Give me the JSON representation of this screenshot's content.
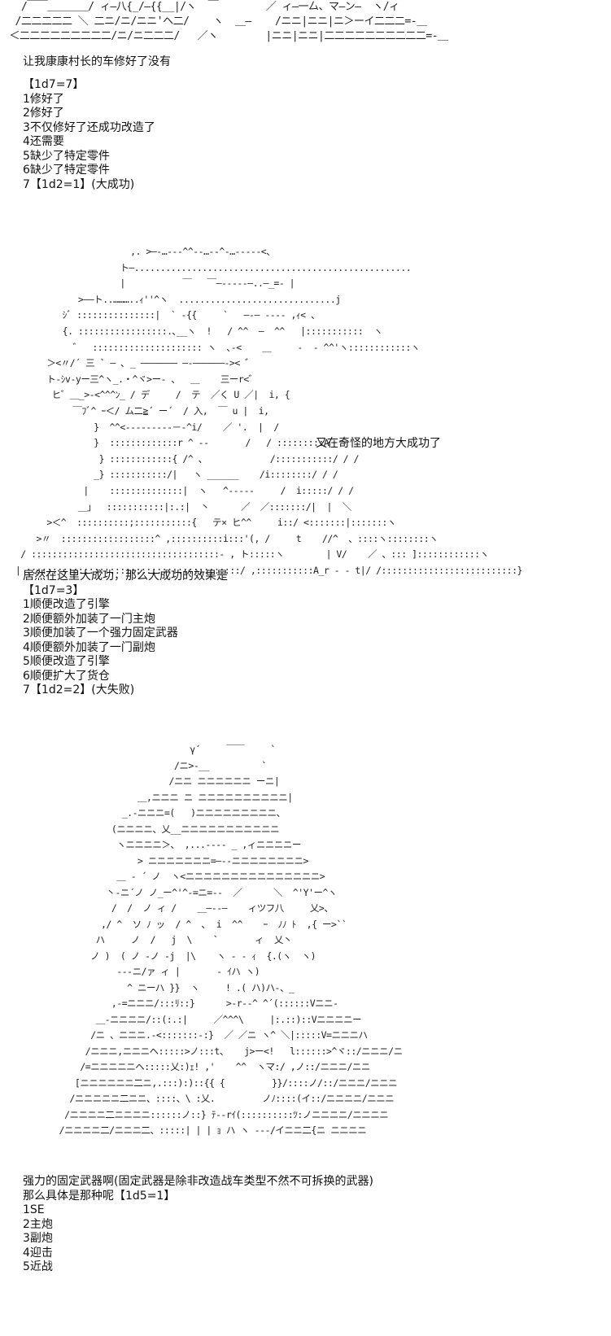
{
  "art": {
    "top_fragment": "   /￣￣＿＿＿＿/ ィ―八{_/―{{__|/ヽ  ￣        ／ ィ―一厶、マ―ン―  ヽ/ィ\n  /二二二二二 ＼ 二ニ/ニ/ニニ'ヘ二/    ヽ  ＿―    /ニニ|ニニ|ニ＞ーイ二二二=-＿\n ＜二二二二二二二二二/ニ/ニ二二二/   ／ヽ        |ニニ|ニニ|二二二二二二二二二二=-＿",
    "figure_1": "                        ,. >―‐…‐‐‐^^‐‐…‐‐^‐…‐‐‐‐-<、\n                      ト―.....................................................\n                      |           ￣   ￣―‐‐‐‐‐―..―_=‐ |\n              >――ト..………..ｨ''^ヽ  ..............................j\n           ｼﾞ :::::::::::::::|  ` ‐{{     `   ―‐― ---‐ ,ｨ< 、\n           {. :::::::::::::::::.､__ヽ  !   / ^^  ―  ^^   |:::::::::::  ヽ\n             ゛  ::::::::::::::::::::: ヽ  ､‐<    ＿     ‐  ‐ ^^'ヽ::::::::::::ヽ\n        ＞<〃/´ 三 ` ― ､ _ ――――――― ―‐――――――‐>< ゛\n        ト-ｼv-yー三^ヽ_.・^ヾ>ー- 、  ＿    三ーr<゛\n         ヒ゛＿_>-<^^^ﾝ_ / デ     /  テ  ／く U ／|  i, {\n             ￣ﾌﾞ^ ｰ＜/ ム二≧´ ー´  / 入,  ￣ u |  i, \n                 }  ^^<‐‐‐‐‐‐‐‐‐－‐^i/    ／ '.  |  /\n                 }  :::::::::::::r ^ ‐‐       /   / :::::::::A  丶\n                  } ::::::::::::{ /^ 、            /:::::::::::/ / / \n                 _} :::::::::::/|   ヽ ______    /i::::::::/ / /\n               |    ::::::::::::::|  ヽ   ^‐‐‐‐‐     /  i:::::/ / /\n              ＿」  :::::::::::|:.:|  丶      ／  ／:::::::/|  |  ＼\n        >＜^  ::::::::::;:::::::::::{   テ× ヒ^^     i::/ <:::::::|:::::::ヽ\n      >〃  ::::::::::::::::::^ ,::::::::::i:::'(, /     t    //^  、::::ヽ::::::::ヽ\n   / ::::::::::::::::::::::::::::::::::::- , ト:::::ヽ        | V/    ／ 、::: ]::::::::::::ヽ\n  | :::::::::::::::::::::::::::::::::::::::::/ ,:::::::::::A_r ‐ ‐ t|/ /::::::::::::::::::::::::::}",
    "figure_2": "                                    γ´     ￣￣     `    \n                                 /ニ>-__          `\n                                /ニニ ニニニニニニ ーニ|\n                          ＿,ニニニ ニ ニニニニニニニニニニ|\n                       _.-ニニニ=(   )ニニニニニニニニニ、\n                     (ニニニニ、乂__ニニニニニニニニニニニ\n                      ヽニニニニ＞、 ,...‐‐‐‐ _ ,ィニニニニー\n                          > ニニニニニニニ=―‐‐ニニニニニニニニ>\n                      ＿ - ´ ノ  ヽ<ニニニニニニニニニニニニニニニ>\n                    丶-ニ´ノ ノ_ー^'^‐=ニ=‐‐  ／      ＼  ^'Y'ー^ヽ\n                     /  /  ノ ィ /    ＿―‐‐―    ィツフ八     乂>、\n                   ,/ ^  ソ ﾉ ッ  / ^  ､  i  ^^    ｰ  ﾉﾉ ﾄ  ,{ ー>``\n                  ハ     ノ  /   j  \\    `       ィ  乂丶\n                 ノ )  ( ノ ‐ノ ‐j  |\\    ヽ ‐ ‐ ｨ  {.(ヽ  ヽ)\n                      ‐‐‐ニ/ァ ィ |       ‐ ｲハ ヽ)\n                        ^ ニーハ }}  ヽ     ! .( ハ)ハ‐、_\n                     ,-=ニニニ/:::ﾘ::}      >-r‐‐^ ^´(::::::Vニニ-\n                  ＿-ニニニニ/::(:.:|     ／^^^\\     |:.::)::Vニニニニー\n                 /ニ 、ニニニ.-<:::::::‐:}  ／ ／ニ ヽ^ ＼|:::::V=ニニニハ\n                /ニニニ,ニニニヘ:::::>ノ:::t、   j>ー<!   l::::::>^ヾ::/ニニニ/ニ\n               /=ニニニニニヘ:::::乂:)ｪ! ,'    ^^  ヽマ:/ ,ノ::/ニニニ/ニニ\n              [ニニニニニニ二ニ,.:::):)::{{ {         }}/::::ノ/::/ニニニ/ニニニ\n             /ニニニニニ二ニニ、::::、\\ :乂.         ノﾉ::::(イ::/ニニニニ/ニニニ\n            /ニニニニ二ニニニニ::::::ノ::} ﾃ‐‐rｲ(::::::::::ﾂ:ノニニニニ/ニニニニ\n           /ニニニニ二/ニニニ二、:::::| | | ｮ ハ ヽ ‐‐‐/イニニ二{ニ ニニニニ"
  },
  "block1": {
    "l1": "让我康康村长的车修好了没有"
  },
  "block2": {
    "roll": "【1d7=7】",
    "o1": "1修好了",
    "o2": "2修好了",
    "o3": "3不仅修好了还成功改造了",
    "o4": "4还需要",
    "o5": "5缺少了特定零件",
    "o6": "6缺少了特定零件",
    "o7": "7【1d2=1】(大成功)"
  },
  "side_note": "又在奇怪的地方大成功了",
  "block3": {
    "l1": "居然在这里大成功，那么大成功的效果是",
    "roll": "【1d7=3】",
    "o1": "1顺便改造了引擎",
    "o2": "2顺便额外加装了一门主炮",
    "o3": "3顺便加装了一个强力固定武器",
    "o4": "4顺便额外加装了一门副炮",
    "o5": "5顺便改造了引擎",
    "o6": "6顺便扩大了货仓",
    "o7": "7【1d2=2】(大失败)"
  },
  "block4": {
    "l1": "强力的固定武器啊(固定武器是除非改造战车类型不然不可拆换的武器)",
    "l2": "那么具体是那种呢【1d5=1】",
    "o1": "1SE",
    "o2": "2主炮",
    "o3": "3副炮",
    "o4": "4迎击",
    "o5": "5近战"
  }
}
